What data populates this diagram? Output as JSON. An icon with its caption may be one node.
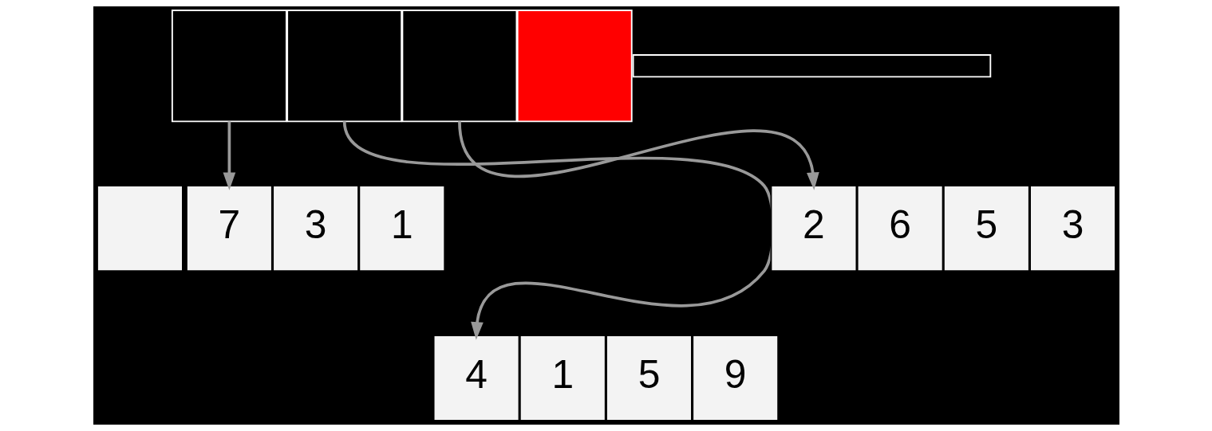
{
  "diagram": {
    "nodes": [
      {
        "text": [],
        "shape": "box"
      },
      {
        "text": [],
        "shape": "box"
      },
      {
        "text": [],
        "shape": "box"
      },
      {
        "text": [],
        "shape": "box"
      },
      {
        "text": [],
        "shape": "box"
      },
      {
        "text": [],
        "shape": "box"
      },
      {
        "text": [
          "7"
        ]
      },
      {
        "text": [
          "3"
        ]
      },
      {
        "text": [
          "1"
        ]
      },
      {
        "text": [
          "2"
        ]
      },
      {
        "text": [
          "6"
        ]
      },
      {
        "text": [
          "5"
        ]
      },
      {
        "text": [
          "3"
        ]
      },
      {
        "text": [
          "4"
        ]
      },
      {
        "text": [
          "1"
        ]
      },
      {
        "text": [
          "5"
        ]
      },
      {
        "text": [
          "9"
        ]
      }
    ],
    "edges": [
      {
        "from": 0,
        "to": 6,
        "arrow": "to"
      },
      {
        "from": 1,
        "to": 13,
        "arrow": "to"
      },
      {
        "from": 2,
        "to": 9,
        "arrow": "to"
      }
    ]
  }
}
